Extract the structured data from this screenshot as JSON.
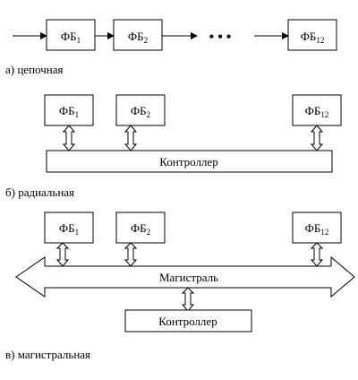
{
  "blocks": {
    "fb1_base": "ФБ",
    "fb1_sub": "1",
    "fb2_base": "ФБ",
    "fb2_sub": "2",
    "fb12_base": "ФБ",
    "fb12_sub": "12",
    "ellipsis": "• • •"
  },
  "controller_label": "Контроллер",
  "bus_label": "Магистраль",
  "captions": {
    "chain": "а) цепочная",
    "radial": "б) радиальная",
    "bus": "в) магистральная"
  }
}
